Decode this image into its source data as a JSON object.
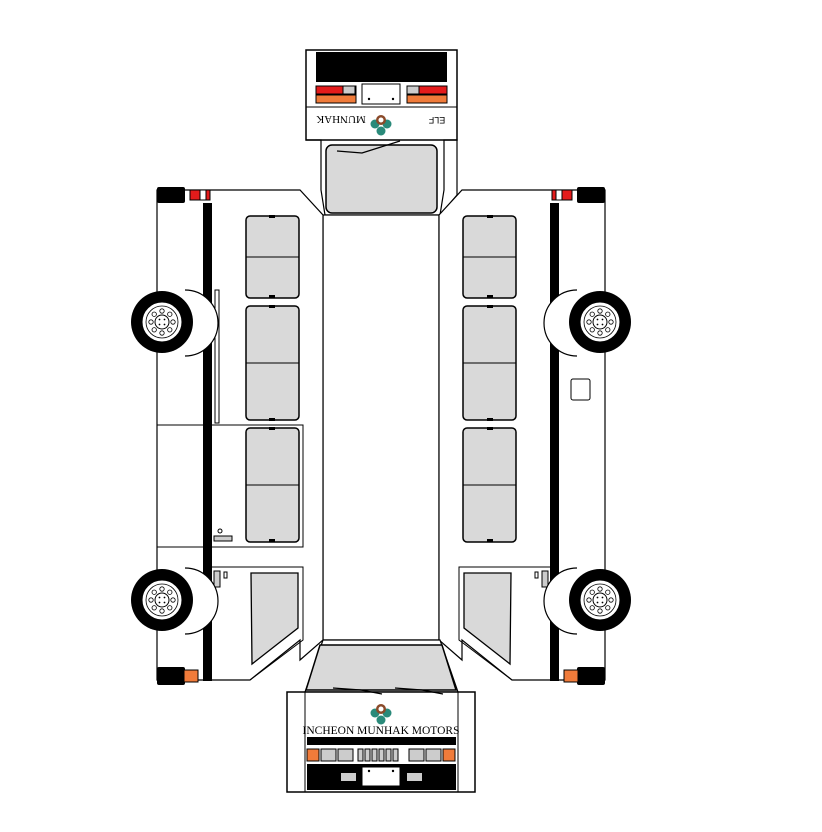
{
  "template": {
    "front_panel": {
      "brand_text": "INCHEON MUNHAK MOTORS"
    },
    "rear_panel": {
      "brand_text": "MUNHAK",
      "model_text": "ELF"
    }
  },
  "colors": {
    "outline": "#000000",
    "window_glass": "#d9d9d9",
    "body": "#ffffff",
    "tail_light_red": "#e41b1b",
    "indicator_orange": "#f07b3a",
    "logo_teal": "#2a8a7a",
    "logo_brown": "#8a4a2a"
  },
  "icons": [
    "wheel-icon",
    "munhak-logo-icon",
    "license-plate-icon"
  ]
}
